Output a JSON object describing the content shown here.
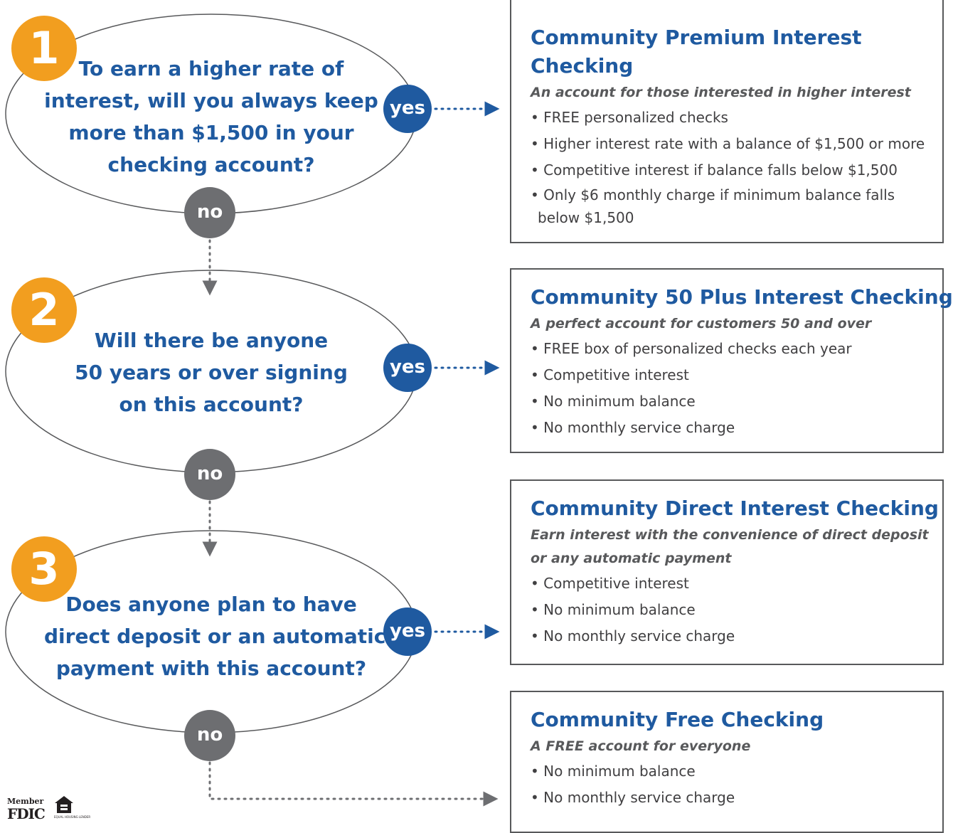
{
  "questions": [
    {
      "number": "1",
      "lines": [
        "To earn a higher rate of",
        "interest, will you always keep",
        "more than $1,500 in your",
        "checking account?"
      ],
      "yes_label": "yes",
      "no_label": "no"
    },
    {
      "number": "2",
      "lines": [
        "Will there be anyone",
        "50 years or over signing",
        "on this account?"
      ],
      "yes_label": "yes",
      "no_label": "no"
    },
    {
      "number": "3",
      "lines": [
        "Does anyone plan to have",
        "direct deposit or an automatic",
        "payment with this account?"
      ],
      "yes_label": "yes",
      "no_label": "no"
    }
  ],
  "accounts": [
    {
      "title_lines": [
        "Community Premium Interest",
        "Checking"
      ],
      "subtitle_lines": [
        "An account for those interested in higher interest"
      ],
      "bullets": [
        "• FREE personalized checks",
        "• Higher interest rate with a balance of $1,500 or more",
        "• Competitive interest if balance falls below $1,500"
      ],
      "wrapped_bullet": [
        "• Only $6 monthly charge if minimum balance falls",
        "below $1,500"
      ]
    },
    {
      "title_lines": [
        "Community 50 Plus Interest Checking"
      ],
      "subtitle_lines": [
        "A perfect account for customers 50 and over"
      ],
      "bullets": [
        "• FREE box of personalized checks each year",
        "• Competitive interest",
        "• No minimum balance",
        "• No monthly service charge"
      ]
    },
    {
      "title_lines": [
        "Community Direct Interest Checking"
      ],
      "subtitle_lines": [
        "Earn interest with the convenience of direct deposit",
        "or any automatic payment"
      ],
      "bullets": [
        "• Competitive interest",
        "• No minimum balance",
        "• No monthly service charge"
      ]
    },
    {
      "title_lines": [
        "Community Free Checking"
      ],
      "subtitle_lines": [
        "A FREE account for everyone"
      ],
      "bullets": [
        "• No minimum balance",
        "• No monthly service charge"
      ]
    }
  ],
  "footer": {
    "fdic_member": "Member",
    "fdic": "FDIC",
    "equal_housing": "EQUAL HOUSING LENDER"
  },
  "colors": {
    "blue": "#1f5aa0",
    "orange": "#f29e1f",
    "gray": "#6d6e71",
    "text": "#414042",
    "border": "#58595b"
  }
}
